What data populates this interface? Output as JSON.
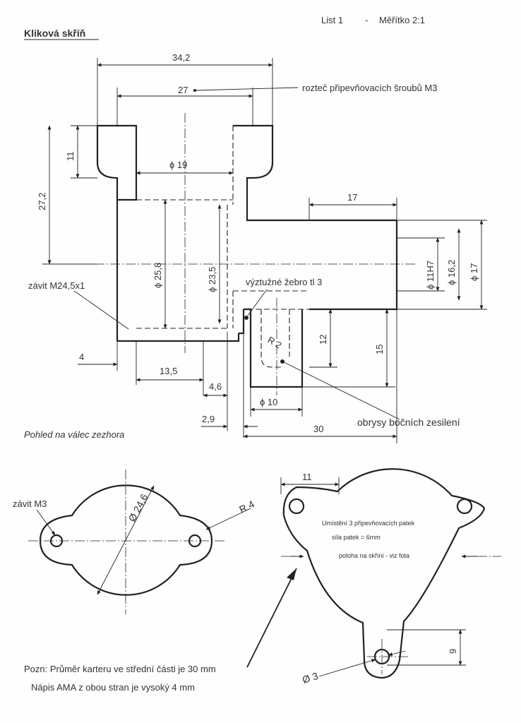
{
  "header": {
    "sheet": "List 1",
    "separator": "-",
    "scale": "Měřítko 2:1",
    "title": "Kliková skříň"
  },
  "section": {
    "dim_34_2": "34,2",
    "dim_27": "27",
    "note_bolt_pitch": "rozteč připevňovacích šroubů M3",
    "dim_11": "11",
    "dim_27_2": "27,2",
    "dim_phi19": "ϕ 19",
    "dim_17_top": "17",
    "dim_phi25_8": "ϕ 25,8",
    "dim_phi23_5": "ϕ 23,5",
    "dim_phi11H7": "ϕ 11H7",
    "dim_phi16_2": "ϕ 16,2",
    "dim_phi17": "ϕ 17",
    "note_thread": "závit M24,5x1",
    "note_rib": "výztužné žebro tl 3",
    "dim_R2": "R 2",
    "dim_12": "12",
    "dim_15": "15",
    "dim_4": "4",
    "dim_13_5": "13,5",
    "dim_4_6": "4,6",
    "dim_phi10": "ϕ 10",
    "dim_2_9": "2,9",
    "dim_30": "30",
    "note_side_reinf": "obrysy bočních zesilení"
  },
  "top_view": {
    "caption": "Pohled na válec zezhora",
    "note_thread_m3": "závit M3",
    "dim_phi24_6": "Ø 24,6",
    "dim_R4": "R 4"
  },
  "flange_view": {
    "dim_11": "11",
    "note_placement": "Umístění 3 připevňovacích patek",
    "note_thickness": "síla patek = 6mm",
    "note_position": "poloha na skříni - viz fota",
    "dim_9": "9",
    "dim_phi3": "Ø 3"
  },
  "notes": {
    "line1": "Pozn: Průměr karteru ve střední části je 30 mm",
    "line2": "Nápis AMA z obou stran je vysoký 4 mm"
  }
}
